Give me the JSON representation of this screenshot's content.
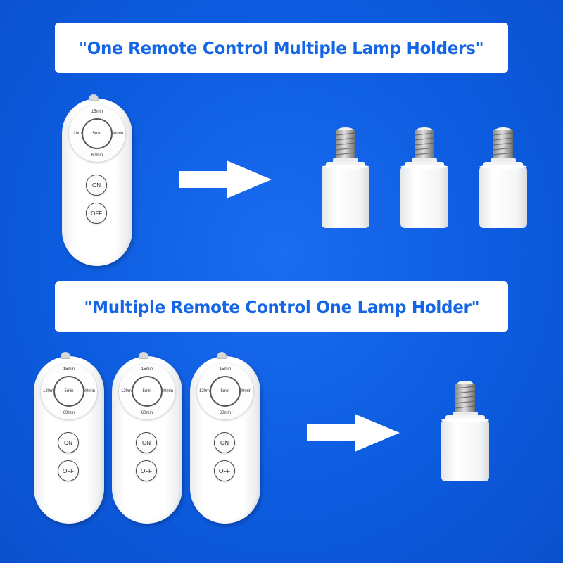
{
  "banners": {
    "top": "\"One Remote Control Multiple Lamp Holders\"",
    "bottom": "\"Multiple Remote Control One Lamp Holder\""
  },
  "remote": {
    "timer_top": "15min",
    "timer_left": "120min",
    "timer_right": "30min",
    "timer_bottom": "60min",
    "timer_center": "5min",
    "on_label": "ON",
    "off_label": "OFF"
  },
  "colors": {
    "background": "#0d5ce0",
    "banner_text": "#1466e6",
    "banner_bg": "#ffffff"
  },
  "icons": [
    "led-indicator-icon",
    "arrow-right-icon",
    "lamp-holder-icon"
  ]
}
